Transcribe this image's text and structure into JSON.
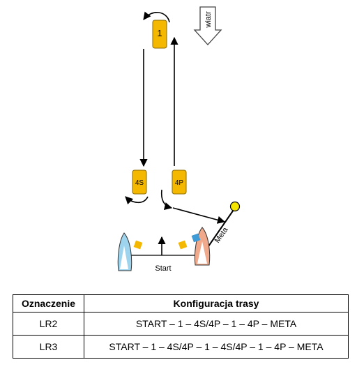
{
  "diagram": {
    "wind_label": "wiatr",
    "mark_1_label": "1",
    "mark_4s_label": "4S",
    "mark_4p_label": "4P",
    "start_label": "Start",
    "finish_label": "Meta",
    "colors": {
      "mark": "#f5b800",
      "mark_stroke": "#8a6a00",
      "boat_left": "#9ed4ee",
      "boat_right": "#f0a98a",
      "flag_blue": "#3f9bd6",
      "finish_buoy": "#f4e600"
    }
  },
  "table": {
    "headers": [
      "Oznaczenie",
      "Konfiguracja trasy"
    ],
    "rows": [
      [
        "LR2",
        "START – 1 – 4S/4P – 1 – 4P – META"
      ],
      [
        "LR3",
        "START – 1 – 4S/4P – 1 – 4S/4P – 1 – 4P – META"
      ]
    ]
  }
}
